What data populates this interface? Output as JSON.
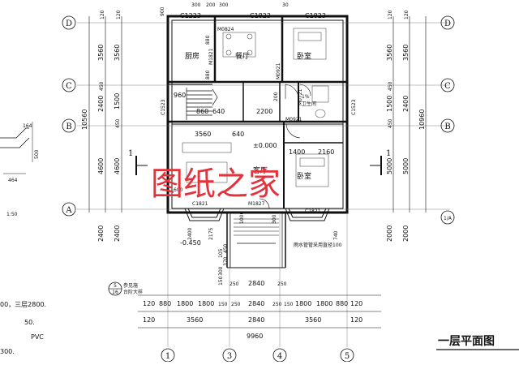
{
  "drawing": {
    "title": "一层平面图",
    "watermark": "图纸之家",
    "line_color": "#111111",
    "watermark_color": "#e5313a"
  },
  "axes": {
    "letters_left": [
      "D",
      "C",
      "B",
      "A"
    ],
    "letters_right": [
      "D",
      "C",
      "B",
      "1/A"
    ],
    "numbers_bottom": [
      "1",
      "3",
      "4",
      "5"
    ]
  },
  "rooms": {
    "kitchen": "厨房",
    "dining": "餐厅",
    "bedroom_top": "卧室",
    "bath": "卫生间",
    "living": "客厅",
    "bedroom_bottom": "卧室",
    "level_plus": "±0.000",
    "level_minus": "-0.450",
    "bath_tag": "1%"
  },
  "openings": {
    "c1223": "C1223",
    "c1823a": "C1823",
    "c1823b": "C1823",
    "m0824": "M0824",
    "m1821": "M1821",
    "m0921a": "M0921",
    "m0721": "M0721",
    "m0921b": "M0921",
    "c1523l": "C1523",
    "c1523r": "C1523",
    "c1821l": "C1821",
    "m1827": "M1827",
    "c1821r": "C1821"
  },
  "dims_interior": {
    "d880a": "880",
    "d880b": "880",
    "d200": "200",
    "d960": "960",
    "d860": "860",
    "d640a": "640",
    "d2200": "2200",
    "d3560": "3560",
    "d640b": "640",
    "d1400": "1400",
    "d2160": "2160",
    "d600": "600",
    "d2175": "2175",
    "d740": "740",
    "d300": "300",
    "d1000": "1000",
    "d2400": "2400"
  },
  "dims_left": {
    "top120a": "120",
    "top120b": "120",
    "d3560a": "3560",
    "d3560b": "3560",
    "d450a": "450",
    "d450b": "450",
    "d1500": "1500",
    "d2400a": "2400",
    "d10560": "10560",
    "d4600a": "4600",
    "d4600b": "4600",
    "d2400b": "2400",
    "d2400c": "2400"
  },
  "dims_right": {
    "top120a": "120",
    "top120b": "120",
    "d3560a": "3560",
    "d3560b": "3560",
    "d450a": "450",
    "d450b": "450",
    "d1500": "1500",
    "d2400": "2400",
    "d10960": "10960",
    "d5000a": "5000",
    "d5000b": "5000",
    "d2000a": "2000",
    "d2000b": "2000"
  },
  "dims_bottom": {
    "r1": [
      "120",
      "880",
      "1800",
      "1800",
      "150",
      "250",
      "2840",
      "250",
      "150",
      "1800",
      "1800",
      "880",
      "120"
    ],
    "r2": [
      "120",
      "3560",
      "2840",
      "3560",
      "120"
    ],
    "r3": "9960",
    "v300": "300",
    "v105": "105",
    "v370": "370",
    "v450": "450",
    "v150": "150",
    "v250a": "250",
    "v250b": "250",
    "v2840": "2840"
  },
  "left_detail": {
    "d164": "164",
    "d500": "500",
    "d464": "464",
    "scale": "1:50"
  },
  "section_marks": {
    "left": "1",
    "right": "1"
  },
  "notes": {
    "index_top": "5",
    "index_bottom": "16",
    "index_note": "参见施",
    "index_note2": "台阶大样",
    "drain_note": "雨水管管采用直径100",
    "line1": "00，三层2800.",
    "line2": "50.",
    "line3": "PVC",
    "line4": "300."
  },
  "partial": {
    "top_left": "900",
    "top_300a": "300",
    "top_200": "200",
    "top_300b": "300",
    "top_30": "30"
  }
}
